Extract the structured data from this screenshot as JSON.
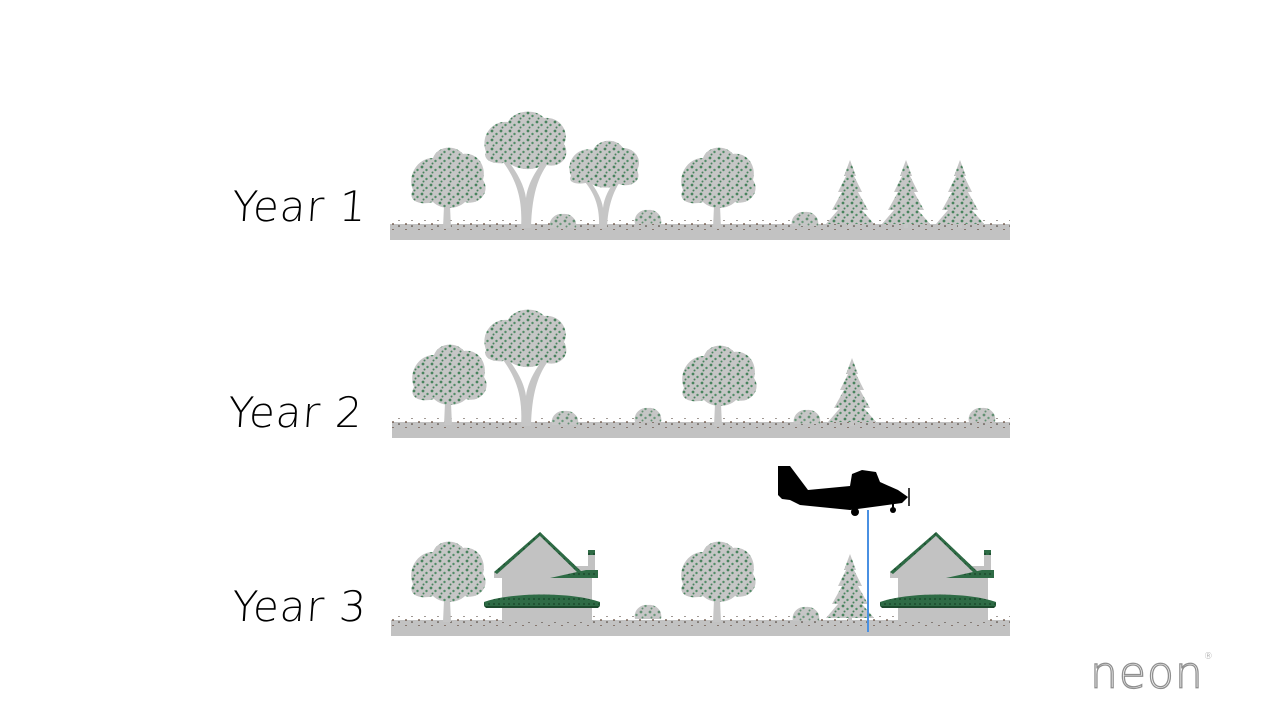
{
  "rows": [
    {
      "label": "Year 1"
    },
    {
      "label": "Year 2"
    },
    {
      "label": "Year 3"
    }
  ],
  "logo": {
    "text": "neon",
    "mark": "®"
  },
  "colors": {
    "ground": "#c2c2c2",
    "canopy": "#c6c6c6",
    "leaf_dots": "#1f6b3a",
    "soil_dots": "#5a4030",
    "roof": "#2e6b45",
    "plane": "#000000",
    "lidar_beam": "#4a90e2"
  },
  "icons": [
    "tree-icon",
    "shrub-icon",
    "conifer-icon",
    "house-icon",
    "airplane-icon"
  ]
}
